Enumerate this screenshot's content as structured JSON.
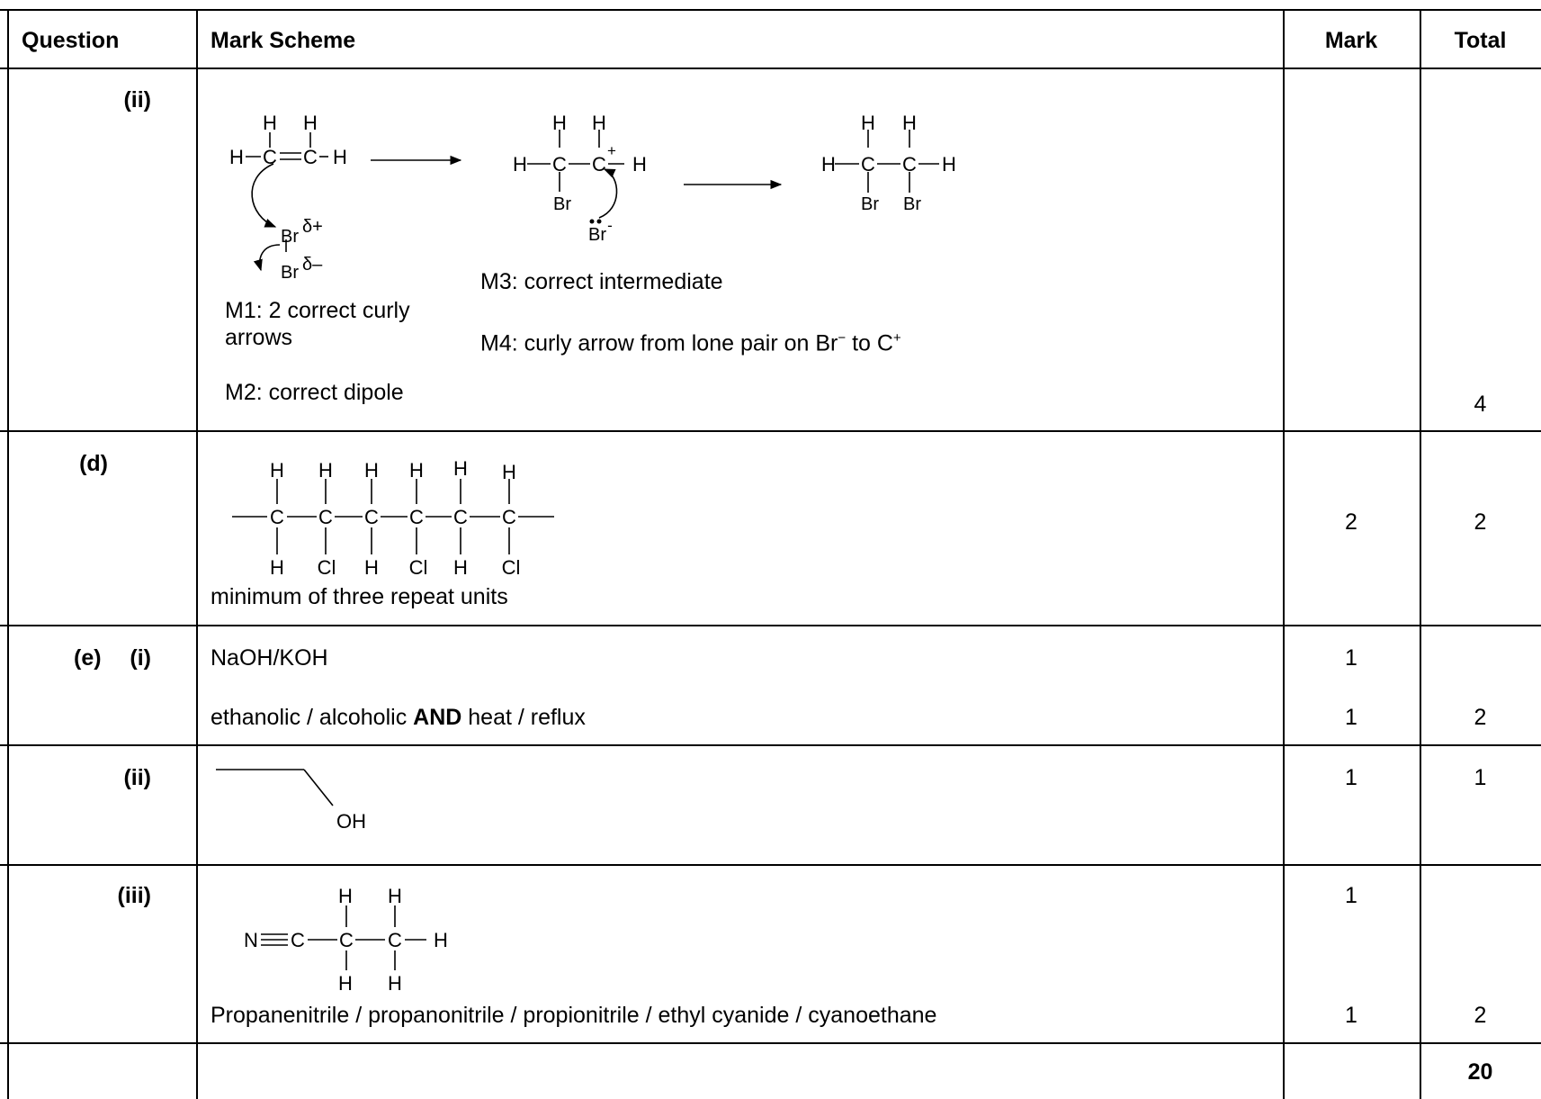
{
  "header": {
    "question": "Question",
    "mark_scheme": "Mark Scheme",
    "mark": "Mark",
    "total": "Total"
  },
  "rows": [
    {
      "question": "(ii)",
      "notes": {
        "m1_line1": "M1: 2 correct curly",
        "m1_line2": "arrows",
        "m2": "M2: correct dipole",
        "m3": "M3: correct intermediate",
        "m4_pre": "M4: curly arrow from lone pair on Br",
        "m4_sup1": "−",
        "m4_mid": " to C",
        "m4_sup2": "+"
      },
      "total": "4"
    },
    {
      "question": "(d)",
      "answer": "minimum of three repeat units",
      "mark": "2",
      "total": "2"
    },
    {
      "question_part": "(e)",
      "question": "(i)",
      "answer_line1": "NaOH/KOH",
      "answer_line2_pre": "ethanolic / alcoholic ",
      "answer_line2_bold": "AND",
      "answer_line2_post": " heat / reflux",
      "mark1": "1",
      "mark2": "1",
      "total": "2"
    },
    {
      "question": "(ii)",
      "mark": "1",
      "total": "1"
    },
    {
      "question": "(iii)",
      "answer": "Propanenitrile / propanonitrile / propionitrile / ethyl cyanide / cyanoethane",
      "mark1": "1",
      "mark2": "1",
      "total": "2"
    }
  ],
  "grand_total": "20",
  "labels": {
    "H": "H",
    "C": "C",
    "Br": "Br",
    "Cl": "Cl",
    "N": "N",
    "OH": "OH",
    "plus": "+",
    "minus": "-",
    "delta_plus": "δ+",
    "delta_minus": "δ–"
  }
}
